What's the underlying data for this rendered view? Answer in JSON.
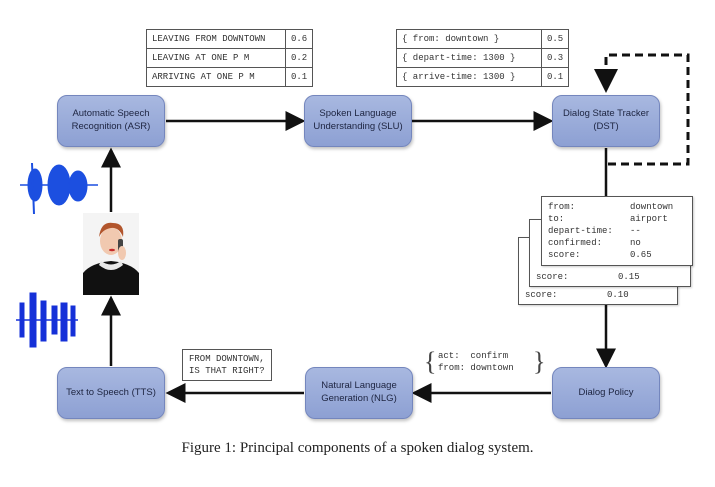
{
  "nodes": {
    "asr": "Automatic Speech Recognition (ASR)",
    "slu": "Spoken Language Understanding (SLU)",
    "dst": "Dialog State Tracker (DST)",
    "policy": "Dialog Policy",
    "nlg": "Natural Language Generation (NLG)",
    "tts": "Text to Speech (TTS)"
  },
  "asr_hypotheses": [
    {
      "text": "LEAVING FROM DOWNTOWN",
      "score": "0.6"
    },
    {
      "text": "LEAVING AT ONE P M",
      "score": "0.2"
    },
    {
      "text": "ARRIVING AT ONE P M",
      "score": "0.1"
    }
  ],
  "slu_hypotheses": [
    {
      "text": "{ from: downtown }",
      "score": "0.5"
    },
    {
      "text": "{ depart-time: 1300 }",
      "score": "0.3"
    },
    {
      "text": "{ arrive-time: 1300 }",
      "score": "0.1"
    }
  ],
  "dialog_states": {
    "top": [
      {
        "key": "from:",
        "value": "downtown"
      },
      {
        "key": "to:",
        "value": "airport"
      },
      {
        "key": "depart-time:",
        "value": "--"
      },
      {
        "key": "confirmed:",
        "value": "no"
      },
      {
        "key": "score:",
        "value": "0.65"
      }
    ],
    "second_score": {
      "key": "score:",
      "value": "0.15"
    },
    "third_score": {
      "key": "score:",
      "value": "0.10"
    }
  },
  "dialog_act": {
    "line1": "act:  confirm",
    "line2": "from: downtown"
  },
  "tts_text": {
    "line1": "FROM DOWNTOWN,",
    "line2": "IS THAT RIGHT?"
  },
  "caption": "Figure 1: Principal components of a spoken dialog system."
}
